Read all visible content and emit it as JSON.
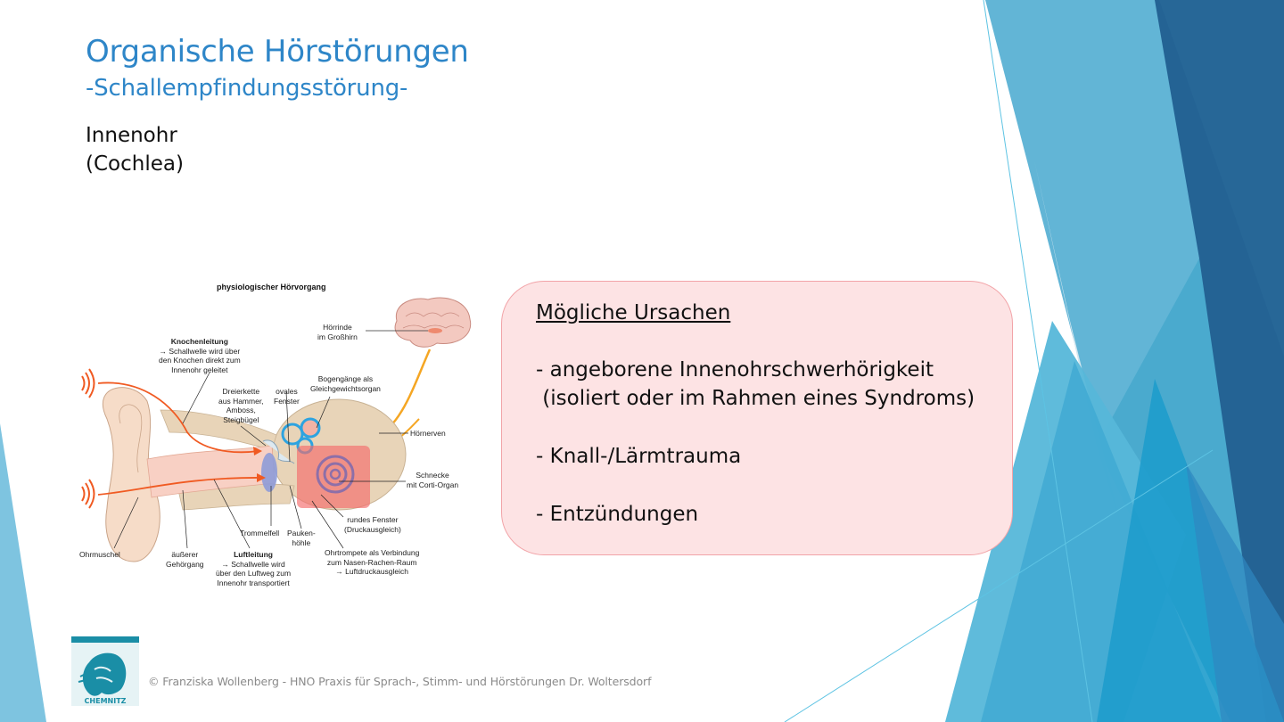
{
  "slide": {
    "title": "Organische Hörstörungen",
    "subtitle": "-Schallempfindungsstörung-",
    "section_lines": [
      "Innenohr",
      "(Cochlea)"
    ]
  },
  "figure": {
    "title": "physiologischer Hörvorgang",
    "labels": {
      "knochenleitung_title": "Knochenleitung",
      "knochenleitung_lines": [
        "→ Schallwelle wird über",
        "den Knochen direkt zum",
        "Innenohr geleitet"
      ],
      "hoerrinde": [
        "Hörrinde",
        "im Großhirn"
      ],
      "dreierkette": [
        "Dreierkette",
        "aus Hammer,",
        "Amboss,",
        "Steigbügel"
      ],
      "ovales_fenster": [
        "ovales",
        "Fenster"
      ],
      "bogengaenge": [
        "Bogengänge als",
        "Gleichgewichtsorgan"
      ],
      "hoernerven": "Hörnerven",
      "schnecke": [
        "Schnecke",
        "mit Corti-Organ"
      ],
      "rundes_fenster": [
        "rundes Fenster",
        "(Druckausgleich)"
      ],
      "trommelfell": "Trommelfell",
      "paukenhoehle": [
        "Pauken-",
        "höhle"
      ],
      "ohrtrompete": [
        "Ohrtrompete als Verbindung",
        "zum Nasen-Rachen-Raum",
        "→ Luftdruckausgleich"
      ],
      "ohrmuschel": "Ohrmuschel",
      "gehoergang": [
        "äußerer",
        "Gehörgang"
      ],
      "luftleitung_title": "Luftleitung",
      "luftleitung_lines": [
        "→ Schallwelle wird",
        "über den Luftweg zum",
        "Innenohr transportiert"
      ]
    }
  },
  "causes_box": {
    "heading": "Mögliche Ursachen",
    "items": [
      "- angeborene Innenohrschwerhörigkeit",
      " (isoliert oder im Rahmen eines Syndroms)",
      "- Knall-/Lärmtrauma",
      "- Entzündungen"
    ]
  },
  "footer": {
    "logo_text": "CHEMNITZ",
    "copyright": "© Franziska Wollenberg - HNO Praxis für Sprach-, Stimm- und Hörstörungen Dr. Woltersdorf"
  },
  "colors": {
    "title_blue": "#2e86c8",
    "box_fill": "#fde3e4",
    "box_border": "#f2a4a8",
    "deco_dark": "#246394",
    "deco_mid": "#4aaace",
    "deco_light": "#62b5d6",
    "footer_text": "#8a8a8a"
  }
}
